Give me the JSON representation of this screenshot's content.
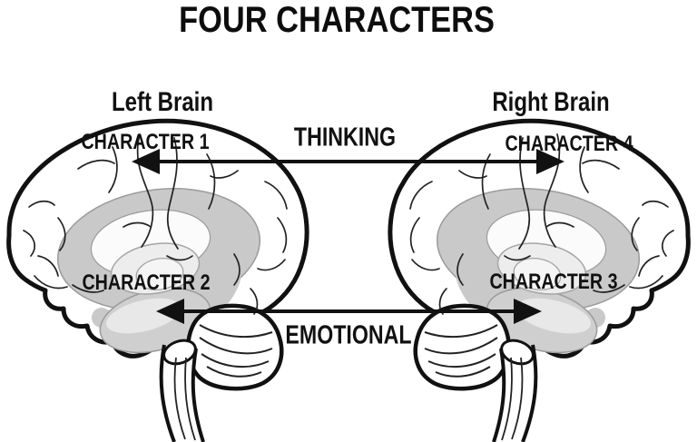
{
  "title": "FOUR CHARACTERS",
  "brains": {
    "left": {
      "label": "Left Brain",
      "upper": "CHARACTER 1",
      "lower": "CHARACTER 2"
    },
    "right": {
      "label": "Right Brain",
      "upper": "CHARACTER 4",
      "lower": "CHARACTER 3"
    }
  },
  "connections": {
    "thinking": {
      "label": "THINKING"
    },
    "emotional": {
      "label": "EMOTIONAL"
    }
  },
  "colors": {
    "ink": "#111111",
    "limbic_gray": "#c9c9c9",
    "limbic_edge": "#9b9b9b",
    "inner_light": "#ededed",
    "background": "#ffffff"
  }
}
